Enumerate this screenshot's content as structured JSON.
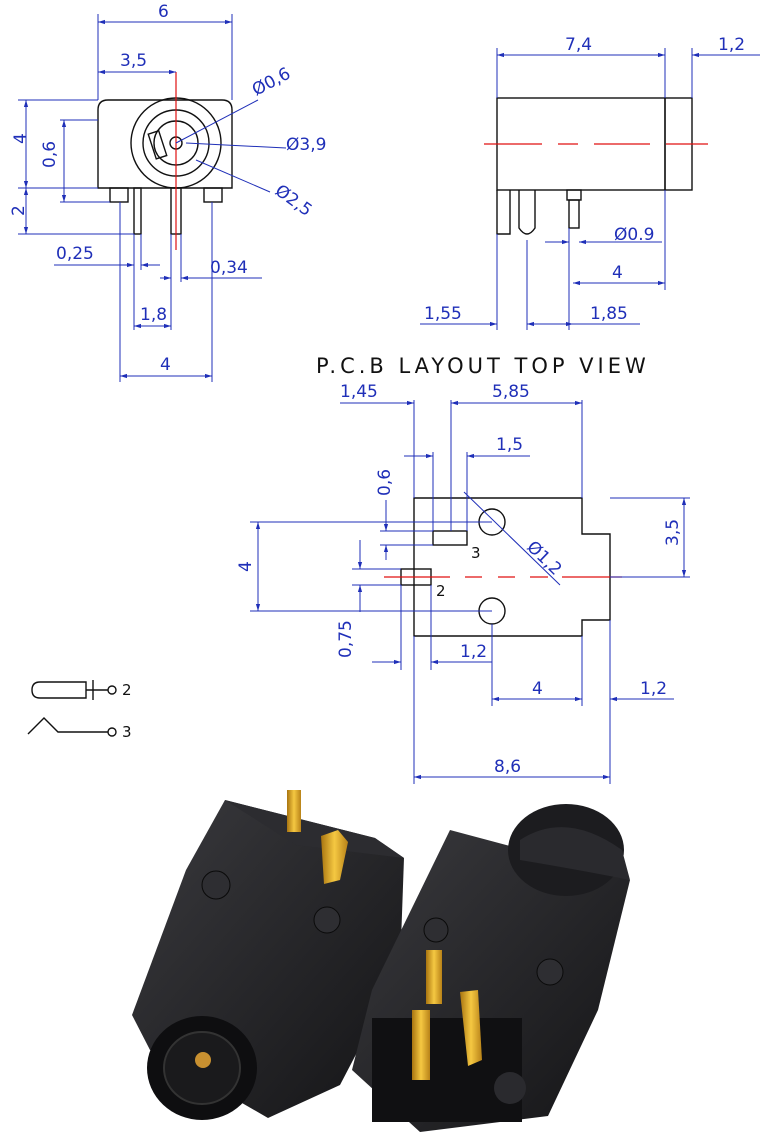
{
  "front_view": {
    "dimensions": {
      "width_top": "6",
      "center_offset": "3,5",
      "height": "4",
      "top_offset": "0,6",
      "pin_length": "2",
      "hole_diameter_small": "Ø0,6",
      "hole_diameter_large": "Ø3,9",
      "hole_diameter_mid": "Ø2,5",
      "pin_width_a": "0,25",
      "pin_width_b": "0,34",
      "pin_spacing": "1,8",
      "pin_total": "4"
    }
  },
  "side_view": {
    "dimensions": {
      "body_length": "7,4",
      "nose_length": "1,2",
      "peg_diameter": "Ø0.9",
      "pin_span": "4",
      "offset_left": "1,55",
      "offset_right": "1,85"
    }
  },
  "pcb_layout": {
    "title": "P.C.B LAYOUT  TOP  VIEW",
    "dimensions": {
      "left_offset": "1,45",
      "right_span": "5,85",
      "pad_width": "1,5",
      "pad_height": "0,6",
      "hole_diameter": "Ø1,2",
      "height_total": "4",
      "right_height": "3,5",
      "bottom_offset": "0,75",
      "bottom_pad": "1,2",
      "bottom_span": "4",
      "bottom_right": "1,2",
      "total_width": "8,6"
    },
    "pin_labels": [
      "3",
      "2"
    ]
  },
  "schematic": {
    "pins": [
      "2",
      "3"
    ]
  },
  "colors": {
    "dimension": "#1f2fb8",
    "outline": "#111111",
    "centerline": "#e01010",
    "body": "#1c1c1e",
    "gold": "#d9a520"
  }
}
